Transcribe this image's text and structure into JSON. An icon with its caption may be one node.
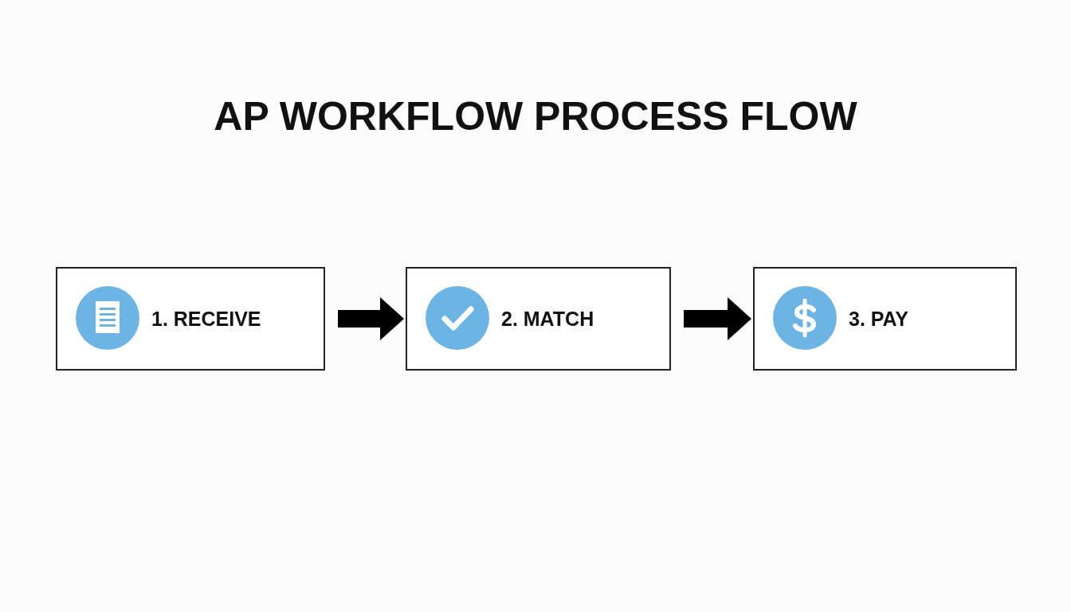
{
  "diagram": {
    "title": "AP WORKFLOW PROCESS FLOW",
    "nodes": [
      {
        "text": [
          "1. RECEIVE"
        ]
      },
      {
        "text": [
          "2. MATCH"
        ]
      },
      {
        "text": [
          "3. PAY"
        ]
      }
    ],
    "edges": [
      {
        "from": 0,
        "to": 1,
        "arrow": "to"
      },
      {
        "from": 1,
        "to": 2,
        "arrow": "to"
      }
    ]
  }
}
